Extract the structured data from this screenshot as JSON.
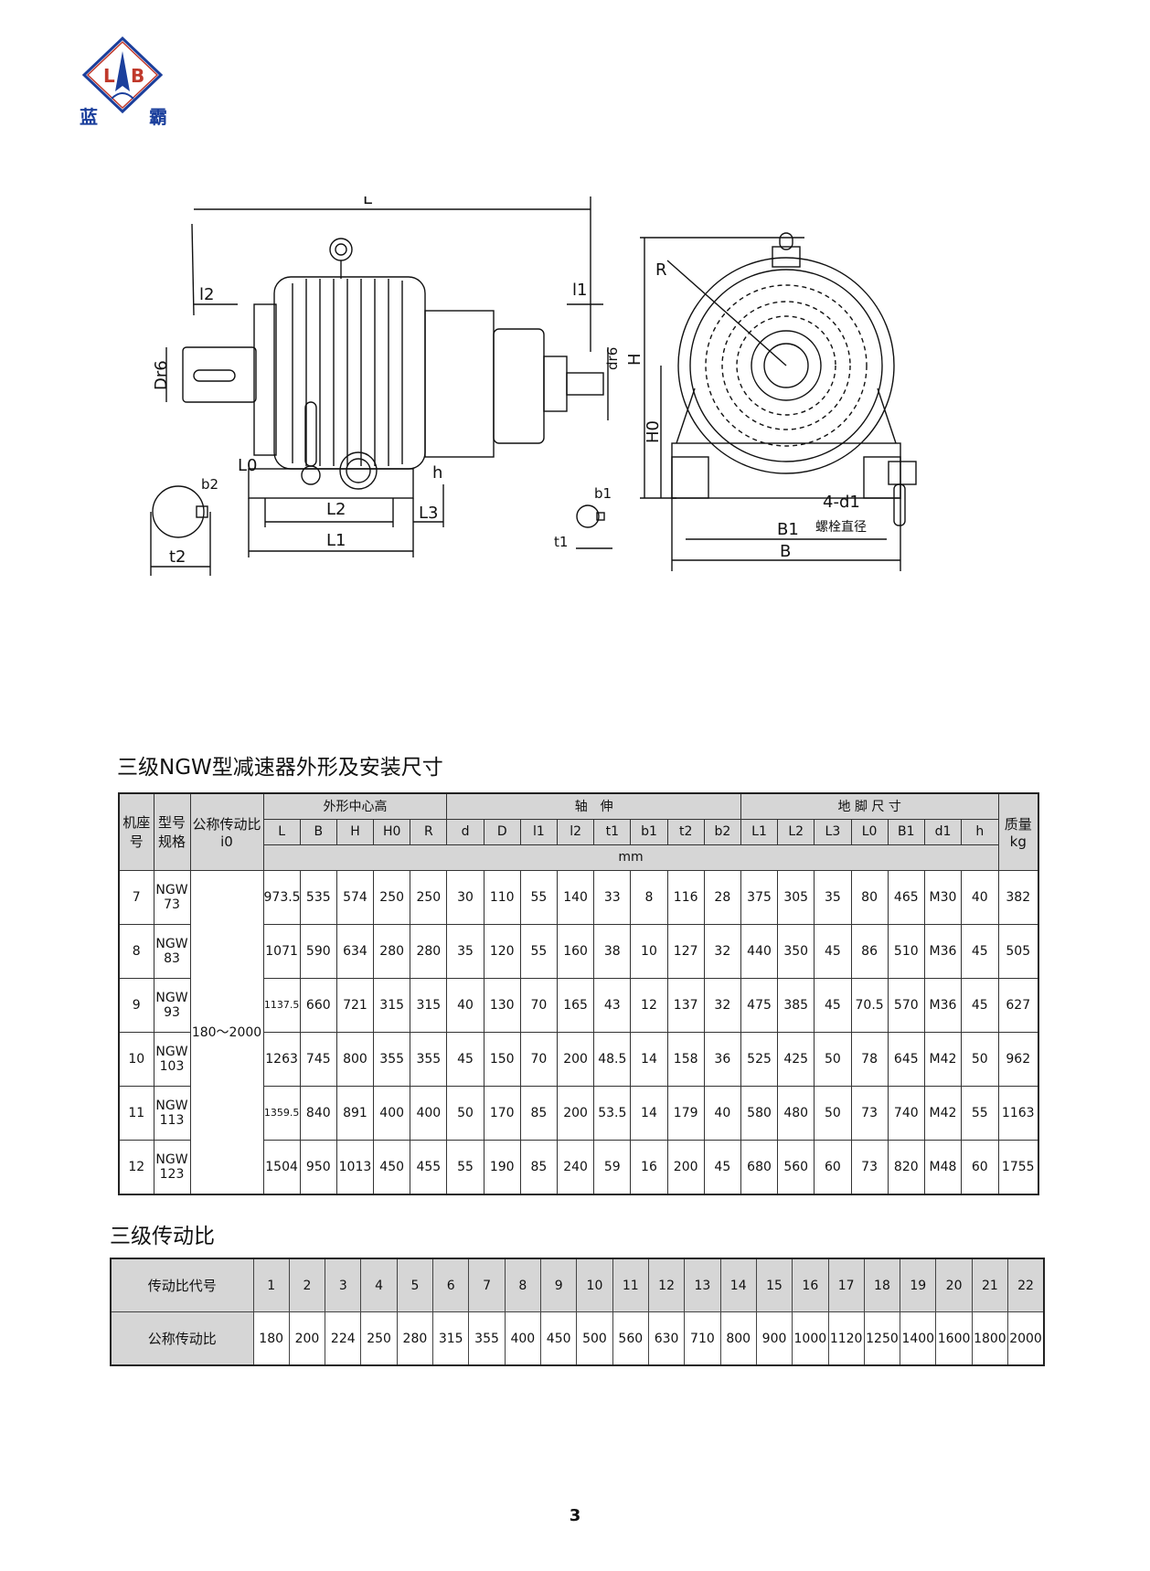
{
  "logo": {
    "letters_left": "L",
    "letters_right": "B",
    "cn_left": "蓝",
    "cn_right": "霸"
  },
  "drawing": {
    "labels": {
      "L": "L",
      "l2": "l2",
      "l1": "l1",
      "Dr6": "Dr6",
      "dr6": "dr6",
      "H": "H",
      "H0": "H0",
      "R": "R",
      "L0": "L0",
      "h": "h",
      "L2": "L2",
      "L3": "L3",
      "L1": "L1",
      "b2": "b2",
      "t2": "t2",
      "b1": "b1",
      "t1": "t1",
      "d1": "4-d1",
      "bolt": "螺栓直径",
      "B1": "B1",
      "B": "B"
    }
  },
  "table1": {
    "title": "三级NGW型减速器外形及安装尺寸",
    "h_jizuo": "机座号",
    "h_xinghao": "型号规格",
    "h_ratio": "公称传动比i0",
    "h_group1": "外形中心高",
    "h_group2": "轴　伸",
    "h_group3": "地 脚 尺 寸",
    "h_mass": "质量kg",
    "unit": "mm",
    "cols": [
      "L",
      "B",
      "H",
      "H0",
      "R",
      "d",
      "D",
      "l1",
      "l2",
      "t1",
      "b1",
      "t2",
      "b2",
      "L1",
      "L2",
      "L3",
      "L0",
      "B1",
      "d1",
      "h"
    ],
    "ratio_value": "180～2000",
    "rows": [
      {
        "no": "7",
        "model": "NGW 73",
        "vals": [
          "973.5",
          "535",
          "574",
          "250",
          "250",
          "30",
          "110",
          "55",
          "140",
          "33",
          "8",
          "116",
          "28",
          "375",
          "305",
          "35",
          "80",
          "465",
          "M30",
          "40"
        ],
        "mass": "382"
      },
      {
        "no": "8",
        "model": "NGW 83",
        "vals": [
          "1071",
          "590",
          "634",
          "280",
          "280",
          "35",
          "120",
          "55",
          "160",
          "38",
          "10",
          "127",
          "32",
          "440",
          "350",
          "45",
          "86",
          "510",
          "M36",
          "45"
        ],
        "mass": "505"
      },
      {
        "no": "9",
        "model": "NGW 93",
        "vals": [
          "1137.5",
          "660",
          "721",
          "315",
          "315",
          "40",
          "130",
          "70",
          "165",
          "43",
          "12",
          "137",
          "32",
          "475",
          "385",
          "45",
          "70.5",
          "570",
          "M36",
          "45"
        ],
        "mass": "627"
      },
      {
        "no": "10",
        "model": "NGW 103",
        "vals": [
          "1263",
          "745",
          "800",
          "355",
          "355",
          "45",
          "150",
          "70",
          "200",
          "48.5",
          "14",
          "158",
          "36",
          "525",
          "425",
          "50",
          "78",
          "645",
          "M42",
          "50"
        ],
        "mass": "962"
      },
      {
        "no": "11",
        "model": "NGW 113",
        "vals": [
          "1359.5",
          "840",
          "891",
          "400",
          "400",
          "50",
          "170",
          "85",
          "200",
          "53.5",
          "14",
          "179",
          "40",
          "580",
          "480",
          "50",
          "73",
          "740",
          "M42",
          "55"
        ],
        "mass": "1163"
      },
      {
        "no": "12",
        "model": "NGW 123",
        "vals": [
          "1504",
          "950",
          "1013",
          "450",
          "455",
          "55",
          "190",
          "85",
          "240",
          "59",
          "16",
          "200",
          "45",
          "680",
          "560",
          "60",
          "73",
          "820",
          "M48",
          "60"
        ],
        "mass": "1755"
      }
    ]
  },
  "table2": {
    "title": "三级传动比",
    "row1_label": "传动比代号",
    "row2_label": "公称传动比",
    "codes": [
      "1",
      "2",
      "3",
      "4",
      "5",
      "6",
      "7",
      "8",
      "9",
      "10",
      "11",
      "12",
      "13",
      "14",
      "15",
      "16",
      "17",
      "18",
      "19",
      "20",
      "21",
      "22"
    ],
    "ratios": [
      "180",
      "200",
      "224",
      "250",
      "280",
      "315",
      "355",
      "400",
      "450",
      "500",
      "560",
      "630",
      "710",
      "800",
      "900",
      "1000",
      "1120",
      "1250",
      "1400",
      "1600",
      "1800",
      "2000"
    ]
  },
  "page_number": "3"
}
